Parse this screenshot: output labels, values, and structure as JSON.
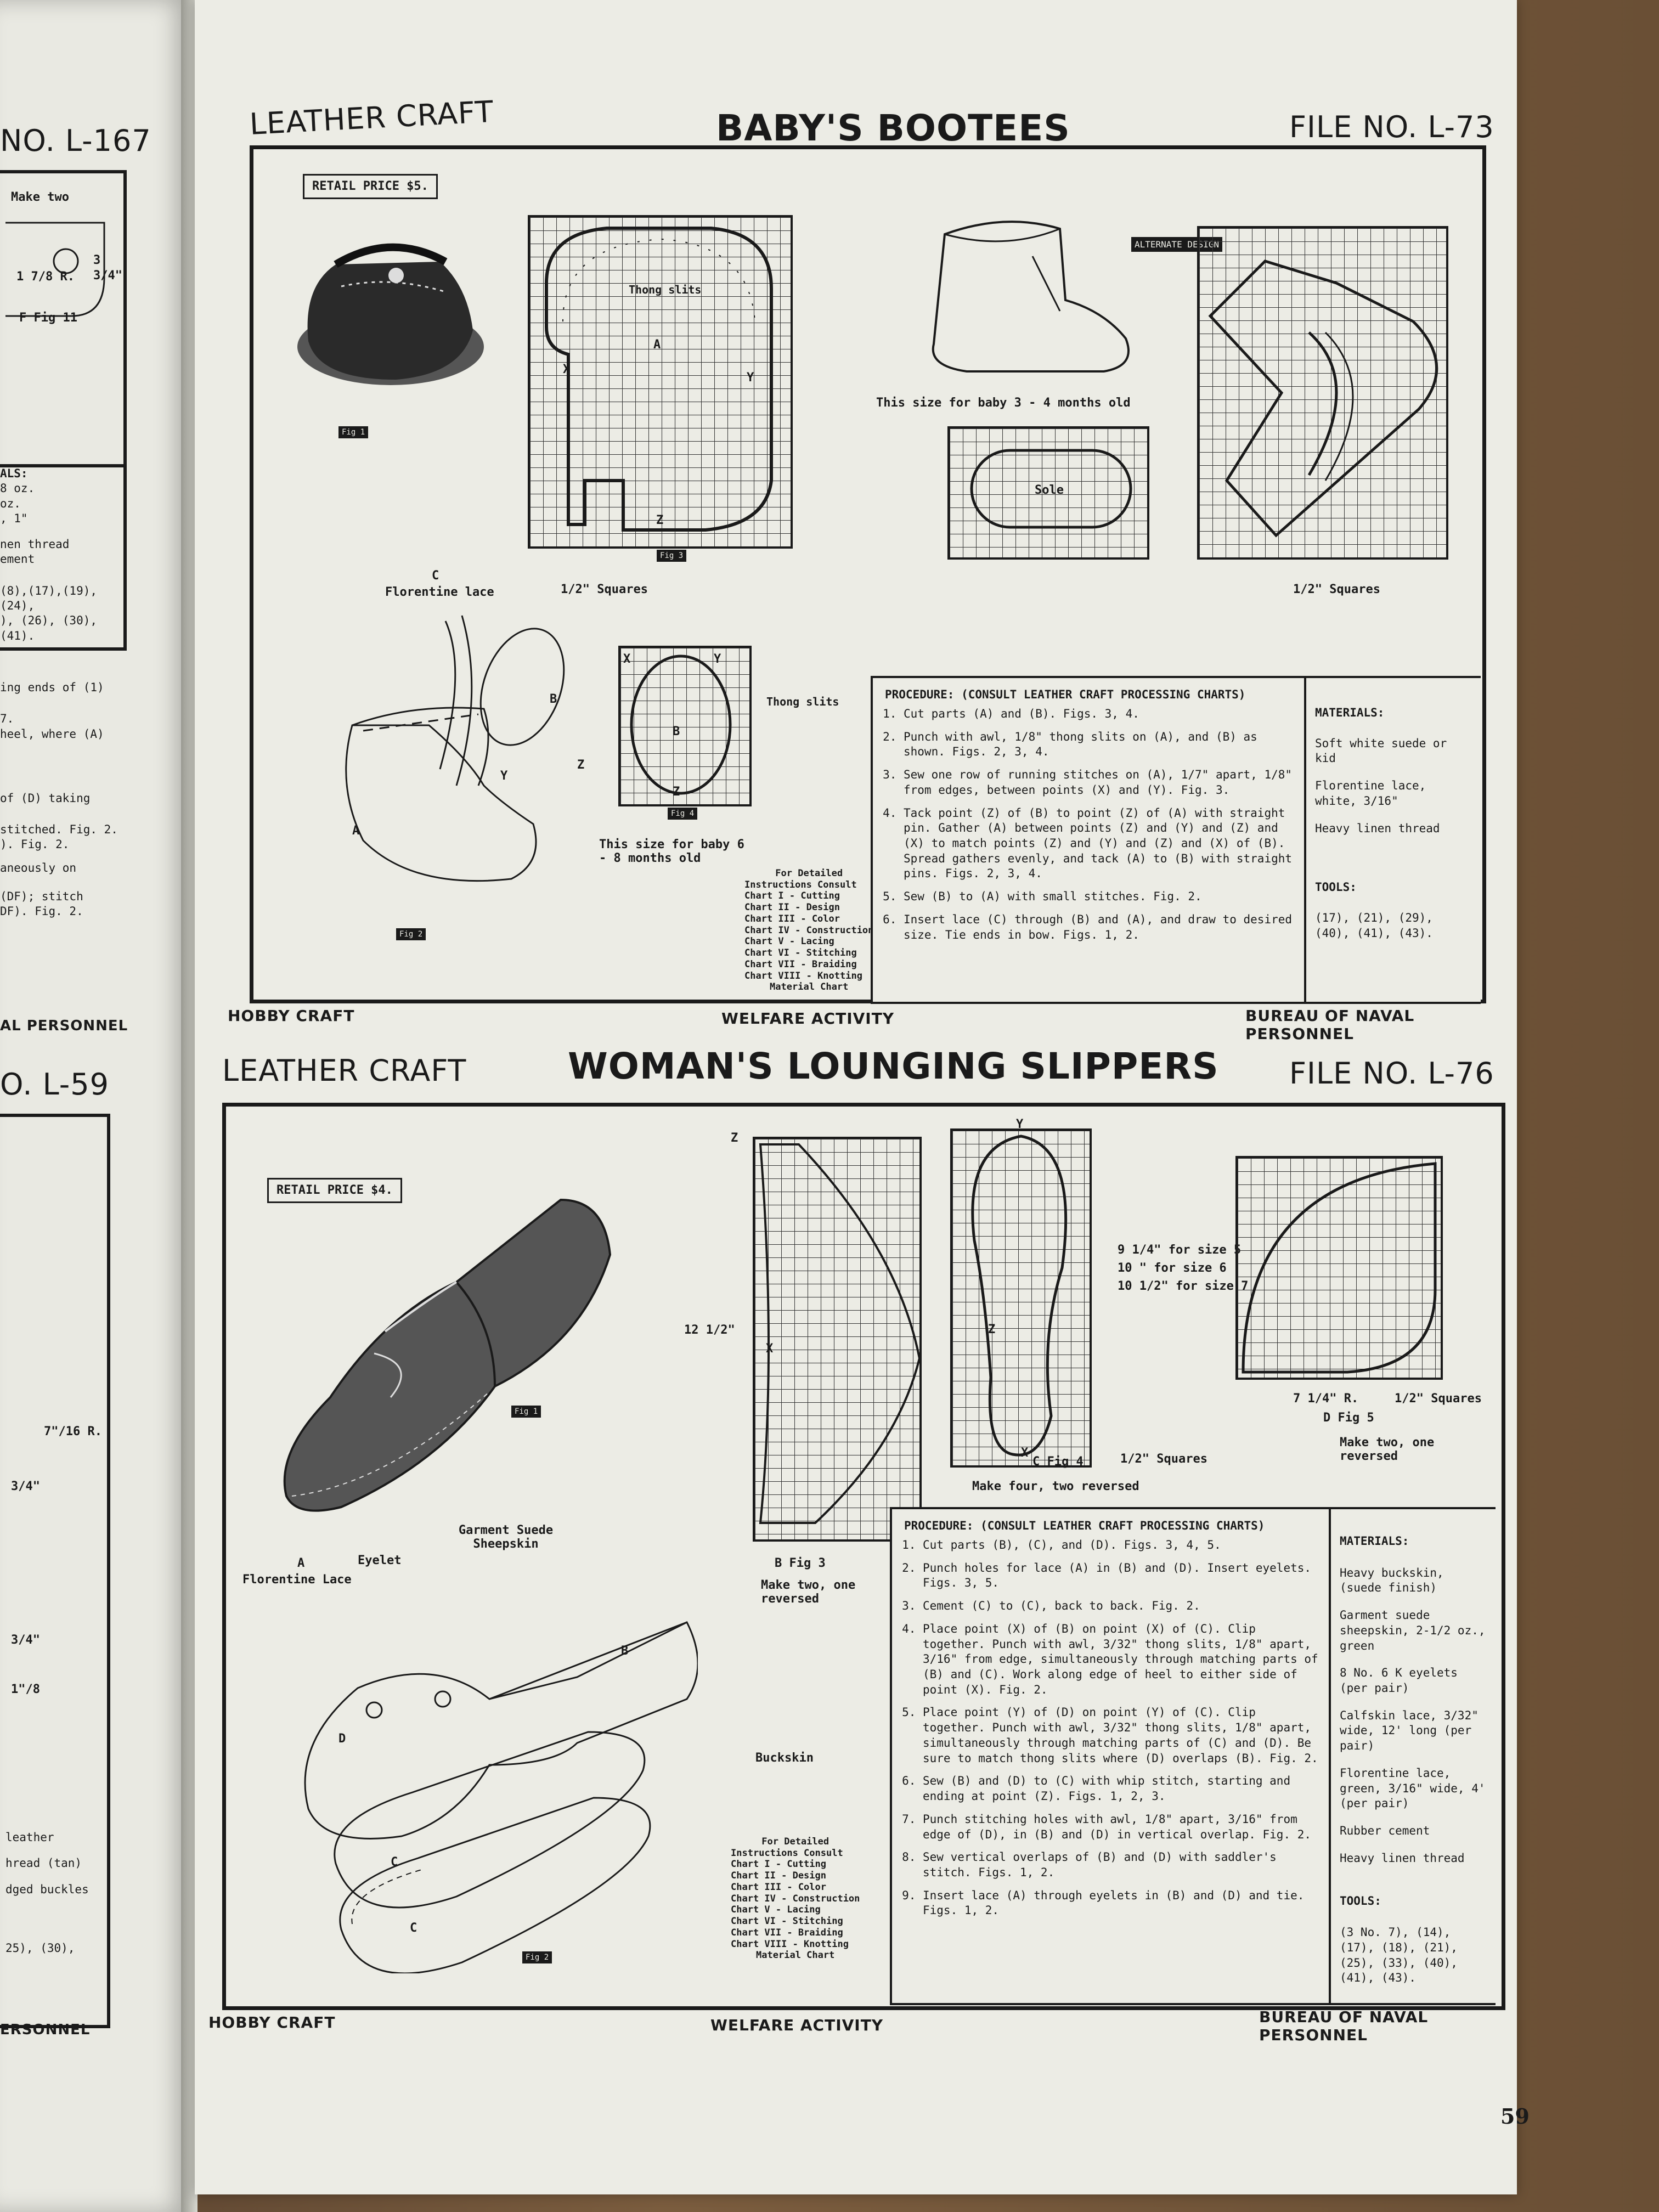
{
  "left_page": {
    "file_top": "NO. L-167",
    "make_two": "Make two",
    "dim_r": "1 7/8 R.",
    "dim_h": "3 3/4\"",
    "fig11": "F Fig 11",
    "materials_head": "ALS:",
    "lines_top": [
      "8 oz.",
      "oz.",
      ", 1\"",
      "nen thread",
      "ement",
      "(8),(17),(19),(24),",
      "), (26), (30), (41)."
    ],
    "lines_mid": [
      "ing ends of (1)",
      "7.",
      "heel, where (A)",
      "of (D) taking",
      "stitched. Fig. 2.",
      "). Fig. 2.",
      "aneously on",
      "(DF); stitch",
      "DF). Fig. 2."
    ],
    "personnel_top": "AL PERSONNEL",
    "file_bottom": "O. L-59",
    "dim1": "7\"/16 R.",
    "dim2": "3/4\"",
    "dim3": "3/4\"",
    "dim4": "1\"/8",
    "lines_bottom": [
      "leather",
      "hread (tan)",
      "dged buckles",
      "25), (30),"
    ],
    "personnel_bottom": "ERSONNEL"
  },
  "top": {
    "category": "LEATHER CRAFT",
    "title": "BABY'S BOOTEES",
    "file": "FILE NO. L-73",
    "retail": "RETAIL PRICE $5.",
    "fig1": "Fig 1",
    "fig2": "Fig 2",
    "fig3": "Fig 3",
    "fig4": "Fig 4",
    "thong_slits": "Thong slits",
    "thong_slits2": "Thong slits",
    "pattern_a": "A",
    "pattern_b": "B",
    "x": "X",
    "y": "Y",
    "z": "Z",
    "squares": "1/2\" Squares",
    "squares2": "1/2\" Squares",
    "florentine": "Florentine lace",
    "c": "C",
    "size_small": "This size for baby 6 - 8 months old",
    "alternate": "ALTERNATE DESIGN",
    "size_alt": "This size for baby 3 - 4 months old",
    "sole": "Sole",
    "consult": [
      "For Detailed",
      "Instructions Consult",
      "Chart I - Cutting",
      "Chart II - Design",
      "Chart III - Color",
      "Chart IV - Construction",
      "Chart V - Lacing",
      "Chart VI - Stitching",
      "Chart VII - Braiding",
      "Chart VIII - Knotting",
      "Material Chart"
    ],
    "procedure_head": "PROCEDURE: (CONSULT LEATHER CRAFT PROCESSING CHARTS)",
    "procedure": [
      "Cut parts (A) and (B). Figs. 3, 4.",
      "Punch with awl, 1/8\" thong slits on (A), and (B) as shown. Figs. 2, 3, 4.",
      "Sew one row of running stitches on (A), 1/7\" apart, 1/8\" from edges, between points (X) and (Y). Fig. 3.",
      "Tack point (Z) of (B) to point (Z) of (A) with straight pin. Gather (A) between points (Z) and (Y) and (Z) and (X) to match points (Z) and (Y) and (Z) and (X) of (B). Spread gathers evenly, and tack (A) to (B) with straight pins. Figs. 2, 3, 4.",
      "Sew (B) to (A) with small stitches. Fig. 2.",
      "Insert lace (C) through (B) and (A), and draw to desired size. Tie ends in bow. Figs. 1, 2."
    ],
    "materials_head": "MATERIALS:",
    "materials": [
      "Soft white suede or kid",
      "Florentine lace, white, 3/16\"",
      "Heavy linen thread"
    ],
    "tools_head": "TOOLS:",
    "tools": "(17), (21), (29), (40), (41), (43).",
    "footer_left": "HOBBY CRAFT",
    "footer_mid": "WELFARE ACTIVITY",
    "footer_right": "BUREAU OF NAVAL PERSONNEL"
  },
  "bottom": {
    "category": "LEATHER CRAFT",
    "title": "WOMAN'S LOUNGING SLIPPERS",
    "file": "FILE NO. L-76",
    "retail": "RETAIL PRICE $4.",
    "fig1": "Fig 1",
    "fig2": "Fig 2",
    "fig3": "B Fig 3",
    "fig4": "C Fig 4",
    "fig5": "D Fig 5",
    "dim_height": "12 1/2\"",
    "sizes": [
      "9 1/4\" for size 5",
      "10 \" for size 6",
      "10 1/2\" for size 7"
    ],
    "squares": "1/2\" Squares",
    "squares_d": "1/2\" Squares",
    "make_four": "Make four, two reversed",
    "make_two_b": "Make two, one reversed",
    "make_two_d": "Make two, one reversed",
    "radius": "7 1/4\" R.",
    "x": "X",
    "y": "Y",
    "z": "Z",
    "garment_suede": "Garment Suede Sheepskin",
    "eyelet": "Eyelet",
    "a_lace": "A",
    "florentine": "Florentine Lace",
    "buckskin": "Buckskin",
    "part_b": "B",
    "part_c": "C",
    "part_c2": "C",
    "part_d": "D",
    "consult": [
      "For Detailed",
      "Instructions Consult",
      "Chart I - Cutting",
      "Chart II - Design",
      "Chart III - Color",
      "Chart IV - Construction",
      "Chart V - Lacing",
      "Chart VI - Stitching",
      "Chart VII - Braiding",
      "Chart VIII - Knotting",
      "Material Chart"
    ],
    "procedure_head": "PROCEDURE: (CONSULT LEATHER CRAFT PROCESSING CHARTS)",
    "procedure": [
      "Cut parts (B), (C), and (D). Figs. 3, 4, 5.",
      "Punch holes for lace (A) in (B) and (D). Insert eyelets. Figs. 3, 5.",
      "Cement (C) to (C), back to back. Fig. 2.",
      "Place point (X) of (B) on point (X) of (C). Clip together. Punch with awl, 3/32\" thong slits, 1/8\" apart, 3/16\" from edge, simultaneously through matching parts of (B) and (C). Work along edge of heel to either side of point (X). Fig. 2.",
      "Place point (Y) of (D) on point (Y) of (C). Clip together. Punch with awl, 3/32\" thong slits, 1/8\" apart, simultaneously through matching parts of (C) and (D). Be sure to match thong slits where (D) overlaps (B). Fig. 2.",
      "Sew (B) and (D) to (C) with whip stitch, starting and ending at point (Z). Figs. 1, 2, 3.",
      "Punch stitching holes with awl, 1/8\" apart, 3/16\" from edge of (D), in (B) and (D) in vertical overlap. Fig. 2.",
      "Sew vertical overlaps of (B) and (D) with saddler's stitch. Figs. 1, 2.",
      "Insert lace (A) through eyelets in (B) and (D) and tie. Figs. 1, 2."
    ],
    "materials_head": "MATERIALS:",
    "materials": [
      "Heavy buckskin, (suede finish)",
      "Garment suede sheepskin, 2-1/2 oz., green",
      "8 No. 6 K eyelets (per pair)",
      "Calfskin lace, 3/32\" wide, 12' long (per pair)",
      "Florentine lace, green, 3/16\" wide, 4' (per pair)",
      "Rubber cement",
      "Heavy linen thread"
    ],
    "tools_head": "TOOLS:",
    "tools": "(3 No. 7), (14), (17), (18), (21), (25), (33), (40), (41), (43).",
    "footer_left": "HOBBY CRAFT",
    "footer_mid": "WELFARE ACTIVITY",
    "footer_right": "BUREAU OF NAVAL PERSONNEL"
  },
  "page_number": "59"
}
